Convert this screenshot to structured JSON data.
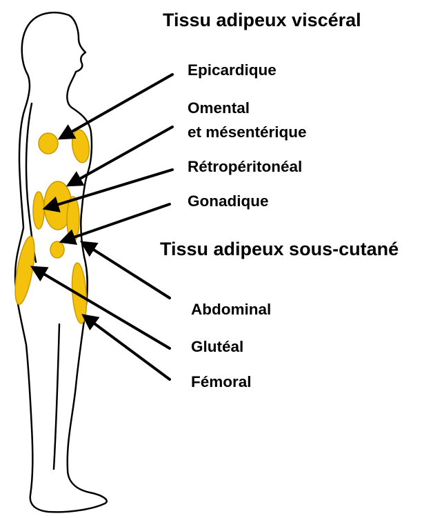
{
  "visceral": {
    "heading": "Tissu adipeux viscéral",
    "items": [
      {
        "label": "Epicardique"
      },
      {
        "label": "Omental\net mésentérique"
      },
      {
        "label": "Rétropéritonéal"
      },
      {
        "label": "Gonadique"
      }
    ]
  },
  "subcutaneous": {
    "heading": "Tissu adipeux sous-cutané",
    "items": [
      {
        "label": "Abdominal"
      },
      {
        "label": "Glutéal"
      },
      {
        "label": "Fémoral"
      }
    ]
  },
  "colors": {
    "fat_fill": "#f4c20d",
    "fat_stroke": "#c79a00",
    "outline": "#000000",
    "arrow": "#000000",
    "background": "#ffffff"
  }
}
